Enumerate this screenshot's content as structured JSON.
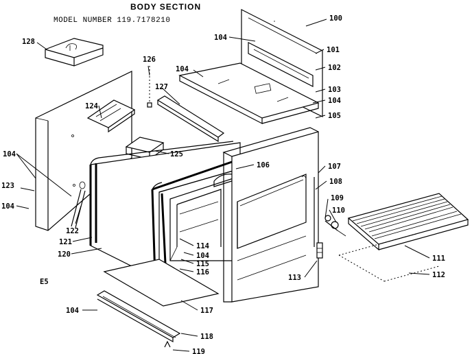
{
  "header": {
    "title": "BODY SECTION",
    "model_line": "MODEL NUMBER 119.7178210"
  },
  "footnote": "E5",
  "parts": {
    "p100": "100",
    "p101": "101",
    "p102": "102",
    "p103": "103",
    "p104a": "104",
    "p104b": "104",
    "p104c": "104",
    "p104d": "104",
    "p104e": "104",
    "p104f": "104",
    "p104g": "104",
    "p105": "105",
    "p106": "106",
    "p107": "107",
    "p108": "108",
    "p109": "109",
    "p110": "110",
    "p111": "111",
    "p112": "112",
    "p113": "113",
    "p114": "114",
    "p115": "115",
    "p116": "116",
    "p117": "117",
    "p118": "118",
    "p119": "119",
    "p120": "120",
    "p121": "121",
    "p122": "122",
    "p123": "123",
    "p124": "124",
    "p125": "125",
    "p126": "126",
    "p127": "127",
    "p128": "128"
  }
}
